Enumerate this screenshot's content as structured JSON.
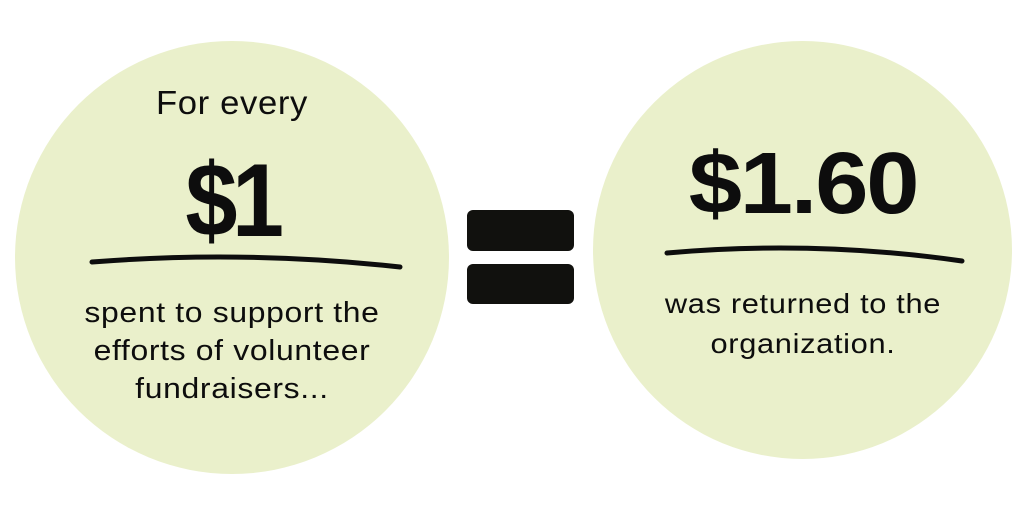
{
  "colors": {
    "circle_fill": "#EAF0CB",
    "text": "#0d0d0d",
    "equals": "#11110e",
    "background": "#ffffff"
  },
  "left": {
    "intro": "For every",
    "amount": "$1",
    "description_lines": [
      "spent to support the",
      "efforts of volunteer",
      "fundraisers..."
    ]
  },
  "operator": {
    "icon": "equals-icon",
    "symbol": "="
  },
  "right": {
    "amount": "$1.60",
    "description_lines": [
      "was returned to the",
      "organization."
    ]
  }
}
